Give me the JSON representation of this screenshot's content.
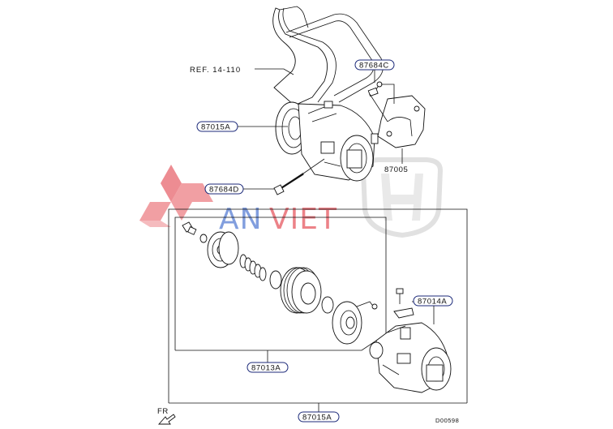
{
  "labels": {
    "ref_belt": "REF. 14-110",
    "bracket_bolt": "87684C",
    "compressor_top": "87015A",
    "bracket": "87005",
    "mount_bolt": "87684D",
    "bracket_small": "87014A",
    "clutch_assy": "87013A",
    "compressor_assy": "87015A",
    "front": "FR",
    "diagram_code": "D00598"
  },
  "watermark": {
    "text_an": "AN",
    "text_viet": "VIET",
    "colors": {
      "red": "#e0303a",
      "blue": "#2e5ec9",
      "gray": "#cfcfcf"
    }
  },
  "colors": {
    "pill_border": "#1c2a7a",
    "line": "#111111"
  }
}
